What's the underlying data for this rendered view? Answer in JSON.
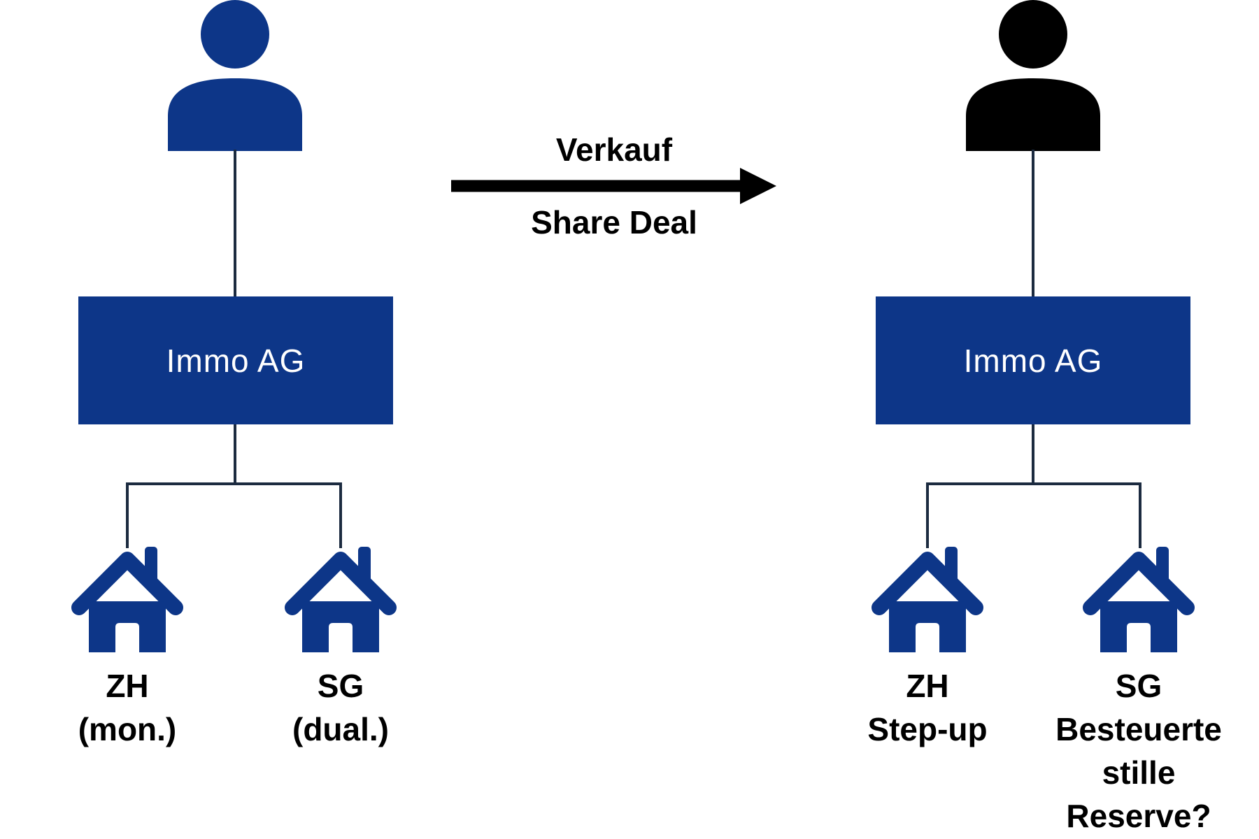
{
  "diagram": {
    "before": {
      "owner_icon": "person-icon-blue",
      "company": "Immo AG",
      "properties": [
        {
          "icon": "house-icon",
          "lines": [
            "ZH",
            "(mon.)"
          ]
        },
        {
          "icon": "house-icon",
          "lines": [
            "SG",
            "(dual.)"
          ]
        }
      ]
    },
    "transition": {
      "label_top": "Verkauf",
      "label_bottom": "Share Deal",
      "arrow_icon": "right-arrow-icon"
    },
    "after": {
      "owner_icon": "person-icon-black",
      "company": "Immo AG",
      "properties": [
        {
          "icon": "house-icon",
          "lines": [
            "ZH",
            "Step-up"
          ]
        },
        {
          "icon": "house-icon",
          "lines": [
            "SG",
            "Besteuerte",
            "stille",
            "Reserve?"
          ]
        }
      ]
    },
    "colors": {
      "brand_blue": "#0d3688",
      "connector": "#1c2b40",
      "text_black": "#000000",
      "text_on_blue": "#ffffff"
    }
  }
}
